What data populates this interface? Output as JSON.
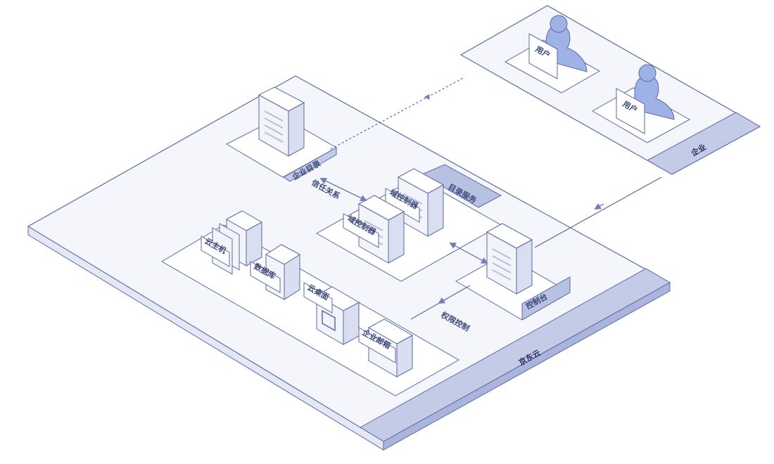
{
  "colors": {
    "line": "#5a6aa6",
    "platform_top": "#f4f6fb",
    "platform_side": "#c3cbe6",
    "inner_fill": "#ffffff",
    "accent_bar": "#b7c1e2",
    "person": "#9fb2e6",
    "server_face": "#f2f4fa",
    "server_side": "#d9def0"
  },
  "platforms": {
    "cloud": {
      "label": "京东云"
    },
    "enterprise": {
      "label": "企业"
    }
  },
  "zones": {
    "directory_service": {
      "label": "目录服务"
    }
  },
  "nodes": {
    "enterprise_directory": {
      "label": "企业目录",
      "icon": "server-icon"
    },
    "domain_controller_1": {
      "label": "域控制器",
      "icon": "server-icon"
    },
    "domain_controller_2": {
      "label": "域控制器",
      "icon": "server-icon"
    },
    "console": {
      "label": "控制台",
      "icon": "server-icon"
    },
    "user_1": {
      "label": "用户",
      "icon": "person-icon"
    },
    "user_2": {
      "label": "用户",
      "icon": "person-icon"
    }
  },
  "services": [
    {
      "label": "云主机",
      "icon": "server-stack-icon"
    },
    {
      "label": "数据库",
      "icon": "database-icon"
    },
    {
      "label": "云桌面",
      "icon": "desktop-icon"
    },
    {
      "label": "企业邮箱",
      "icon": "mail-server-icon"
    }
  ],
  "connections": {
    "trust": {
      "label": "信任关系"
    },
    "permission": {
      "label": "权限控制"
    }
  }
}
